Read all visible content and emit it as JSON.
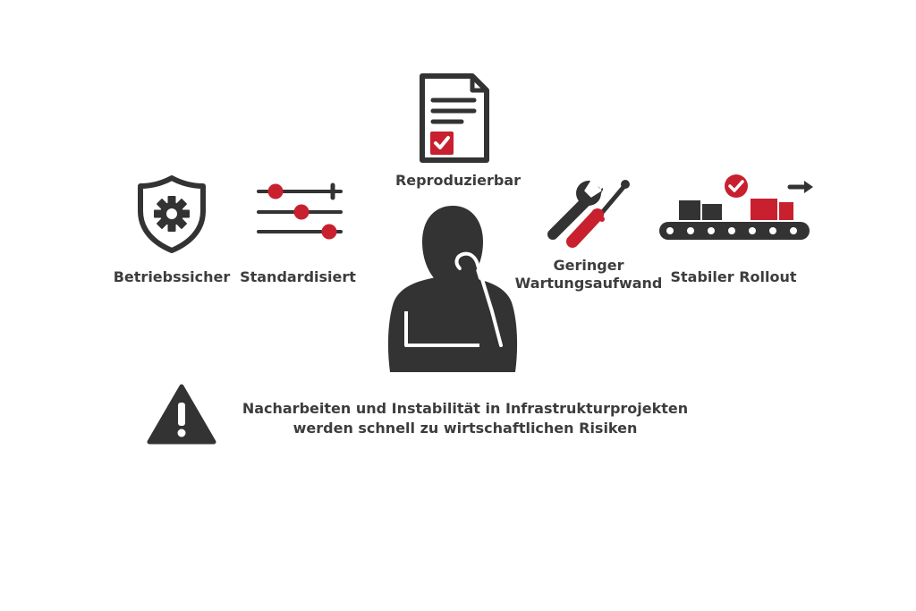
{
  "colors": {
    "dark": "#333333",
    "accent": "#c8202f",
    "text": "#3d3d3d",
    "background": "#ffffff"
  },
  "items": {
    "reproducible": {
      "label": "Reproduzierbar",
      "icon": "document-check-icon"
    },
    "operational": {
      "label": "Betriebssicher",
      "icon": "shield-gear-icon"
    },
    "standardized": {
      "label": "Standardisiert",
      "icon": "sliders-icon"
    },
    "maintenance": {
      "label_line1": "Geringer",
      "label_line2": "Wartungsaufwand",
      "icon": "wrench-screwdriver-icon"
    },
    "rollout": {
      "label": "Stabiler Rollout",
      "icon": "conveyor-belt-icon"
    }
  },
  "center": {
    "icon": "thinking-person-icon"
  },
  "warning": {
    "icon": "warning-triangle-icon",
    "line1": "Nacharbeiten und Instabilität in Infrastrukturprojekten",
    "line2": "werden schnell zu wirtschaftlichen Risiken"
  }
}
